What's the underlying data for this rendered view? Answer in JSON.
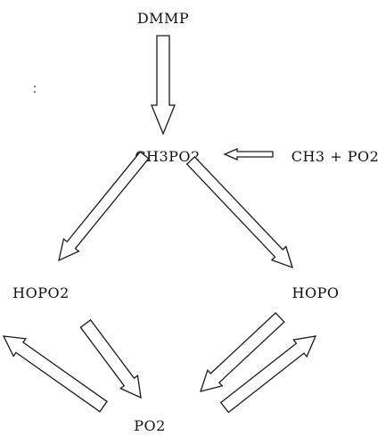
{
  "nodes": {
    "dmmp": "DMMP",
    "ch3po2": "CH3PO2",
    "ch3_plus_po2": "CH3 + PO2",
    "hopo2": "HOPO2",
    "hopo": "HOPO",
    "po2": "PO2"
  },
  "colors": {
    "ink": "#1a1a1a",
    "background": "#ffffff"
  }
}
